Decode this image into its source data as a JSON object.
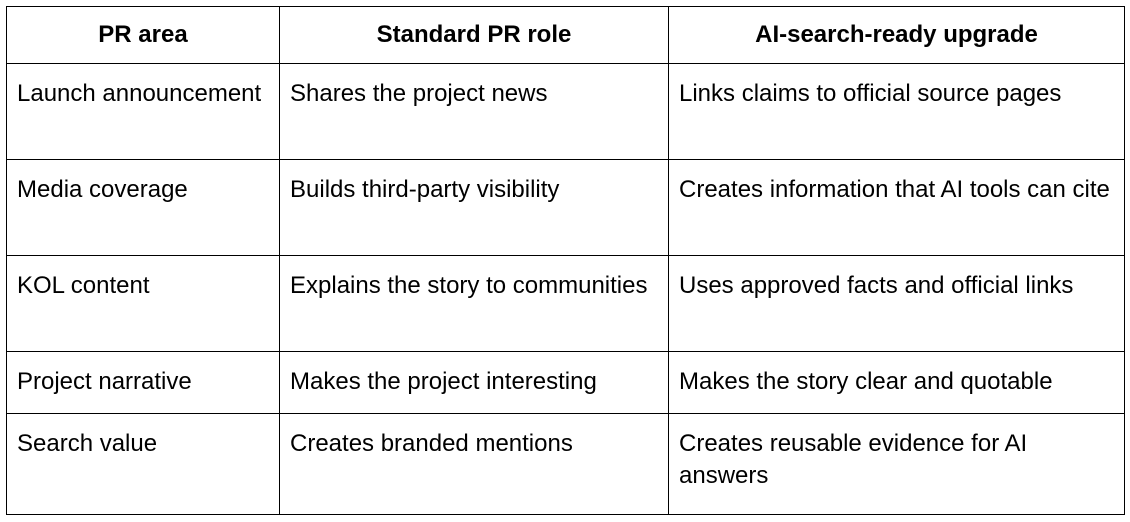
{
  "table": {
    "headers": [
      "PR area",
      "Standard PR role",
      "AI-search-ready upgrade"
    ],
    "rows": [
      [
        "Launch announcement",
        "Shares the project news",
        "Links claims to official source pages"
      ],
      [
        "Media coverage",
        "Builds third-party visibility",
        "Creates information that AI tools can cite"
      ],
      [
        "KOL content",
        "Explains the story to communities",
        "Uses approved facts and official links"
      ],
      [
        "Project narrative",
        "Makes the project interesting",
        "Makes the story clear and quotable"
      ],
      [
        "Search value",
        "Creates branded mentions",
        "Creates reusable evidence for AI answers"
      ]
    ]
  },
  "colors": {
    "border": "#000000",
    "text": "#000000",
    "background": "#ffffff"
  }
}
